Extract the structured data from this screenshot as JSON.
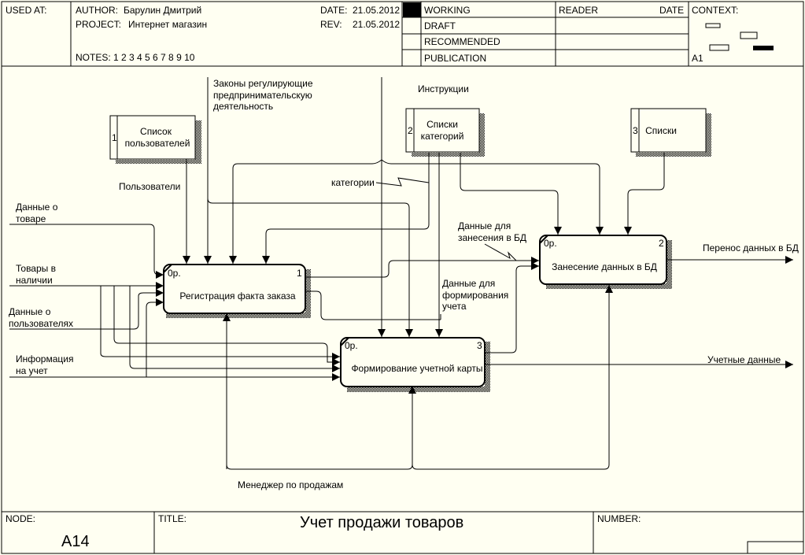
{
  "header": {
    "used_at_label": "USED AT:",
    "author_label": "AUTHOR:",
    "author_value": "Барулин Дмитрий",
    "project_label": "PROJECT:",
    "project_value": "Интернет магазин",
    "date_label": "DATE:",
    "date_value": "21.05.2012",
    "rev_label": "REV:",
    "rev_value": "21.05.2012",
    "notes": "NOTES:  1  2  3  4  5  6  7  8  9  10",
    "status": [
      "WORKING",
      "DRAFT",
      "RECOMMENDED",
      "PUBLICATION"
    ],
    "status_selected": "WORKING",
    "reader_label": "READER",
    "date2_label": "DATE",
    "context_label": "CONTEXT:",
    "context_node": "A1"
  },
  "footer": {
    "node_label": "NODE:",
    "node_value": "A14",
    "title_label": "TITLE:",
    "title_value": "Учет продажи товаров",
    "number_label": "NUMBER:"
  },
  "activities": [
    {
      "id": "1",
      "name": "Регистрация факта заказа",
      "cost": "0р."
    },
    {
      "id": "2",
      "name": "Занесение данных в БД",
      "cost": "0р."
    },
    {
      "id": "3",
      "name": "Формирование учетной карты",
      "cost": "0р."
    }
  ],
  "data_stores": [
    {
      "id": "1",
      "lines": [
        "Список",
        "пользователей"
      ]
    },
    {
      "id": "2",
      "lines": [
        "Списки",
        "категорий"
      ]
    },
    {
      "id": "3",
      "lines": [
        "Списки"
      ]
    }
  ],
  "arrow_labels": {
    "laws": [
      "Законы регулирующие",
      "предпринимательскую",
      "деятельность"
    ],
    "instructions": "Инструкции",
    "users": "Пользователи",
    "categories": "категории",
    "goods_data": [
      "Данные о",
      "товаре"
    ],
    "goods_in_stock": [
      "Товары в",
      "наличии"
    ],
    "users_data": [
      "Данные о",
      "пользователях"
    ],
    "accounting_info": [
      "Информация",
      "на учет"
    ],
    "data_for_db": [
      "Данные для",
      "занесения в БД"
    ],
    "data_for_accounting": [
      "Данные для",
      "формирования",
      "учета"
    ],
    "transfer_to_db": "Перенос данных в БД",
    "accounting_data": "Учетные данные",
    "manager": "Менеджер по продажам"
  }
}
